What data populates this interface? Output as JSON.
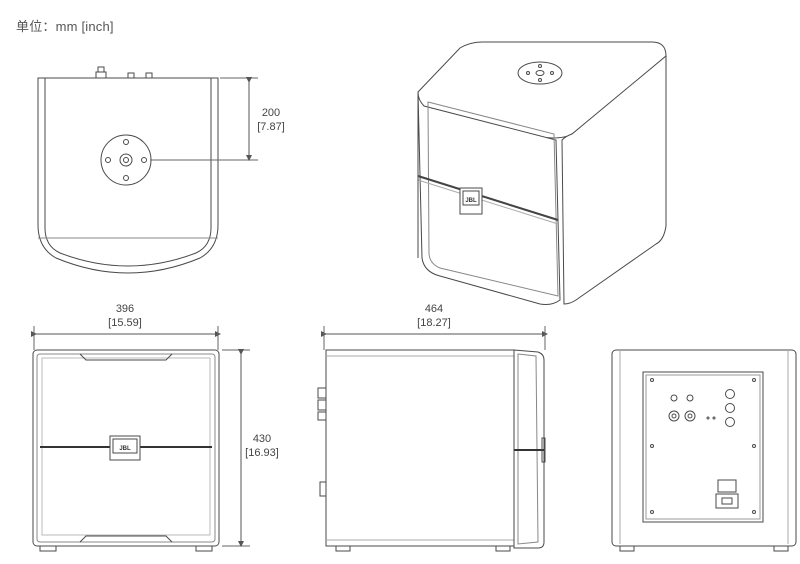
{
  "units_label": "单位：mm [inch]",
  "dimensions": {
    "depth_top": {
      "mm": "200",
      "inch": "[7.87]"
    },
    "width": {
      "mm": "396",
      "inch": "[15.59]"
    },
    "side_depth": {
      "mm": "464",
      "inch": "[18.27]"
    },
    "height": {
      "mm": "430",
      "inch": "[16.93]"
    }
  },
  "logo_text": "JBL",
  "colors": {
    "line": "#4a4a4a",
    "light": "#9a9a9a",
    "fill": "#ffffff"
  }
}
